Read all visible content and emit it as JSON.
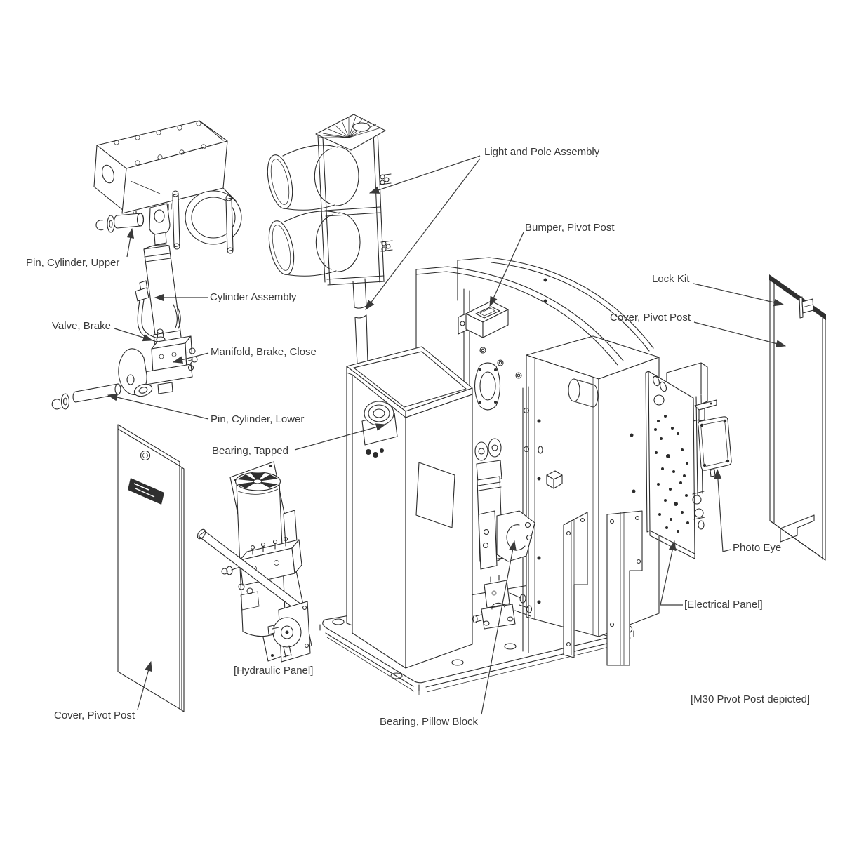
{
  "diagram": {
    "type": "exploded-parts-diagram",
    "subject": "Pivot post barrier with light and hydraulic panel",
    "colors": {
      "line": "#2b2b2b",
      "text": "#3a3a3a",
      "background": "#ffffff"
    },
    "labels": {
      "pin_cylinder_upper": "Pin, Cylinder, Upper",
      "cylinder_assembly": "Cylinder Assembly",
      "valve_brake": "Valve, Brake",
      "manifold_brake_close": "Manifold, Brake, Close",
      "pin_cylinder_lower": "Pin, Cylinder, Lower",
      "bearing_tapped": "Bearing, Tapped",
      "light_and_pole_assembly": "Light and Pole Assembly",
      "bumper_pivot_post": "Bumper, Pivot Post",
      "lock_kit": "Lock Kit",
      "cover_pivot_post_right": "Cover, Pivot Post",
      "photo_eye": "Photo Eye",
      "electrical_panel": "[Electrical Panel]",
      "hydraulic_panel": "[Hydraulic Panel]",
      "cover_pivot_post_left": "Cover, Pivot Post",
      "bearing_pillow_block": "Bearing, Pillow Block",
      "m30_note": "[M30 Pivot Post depicted]"
    }
  }
}
